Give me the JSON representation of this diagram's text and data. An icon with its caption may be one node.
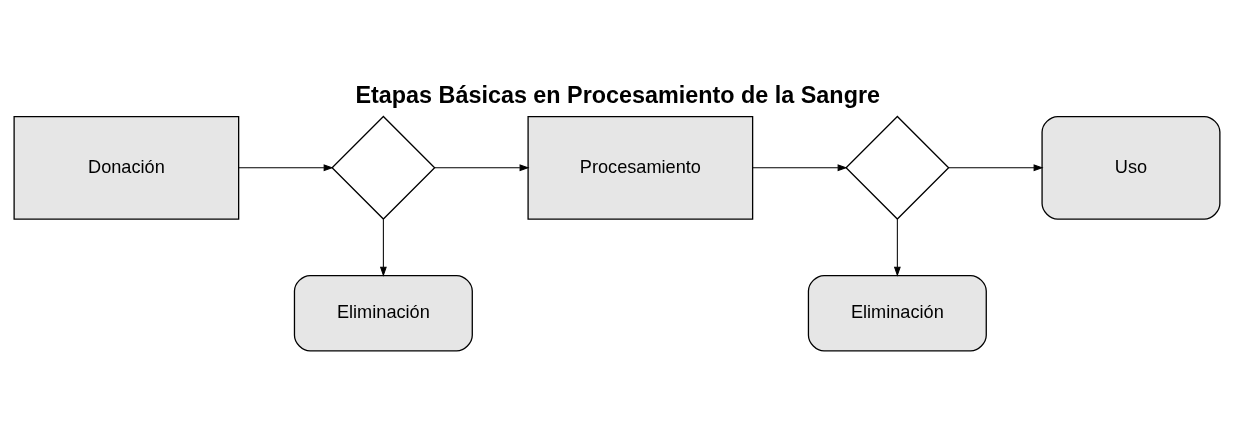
{
  "diagram": {
    "title": "Etapas Básicas en Procesamiento de la Sangre",
    "nodes": [
      {
        "text": [
          "Donación"
        ]
      },
      {
        "text": [],
        "shape": "diamond"
      },
      {
        "text": [
          "Procesamiento"
        ]
      },
      {
        "text": [],
        "shape": "diamond"
      },
      {
        "text": [
          "Uso"
        ]
      },
      {
        "text": [
          "Eliminación"
        ]
      },
      {
        "text": [
          "Eliminación"
        ]
      }
    ],
    "edges": [
      {
        "from": 0,
        "to": 1,
        "arrow": "to"
      },
      {
        "from": 1,
        "to": 2,
        "arrow": "to"
      },
      {
        "from": 2,
        "to": 3,
        "arrow": "to"
      },
      {
        "from": 3,
        "to": 4,
        "arrow": "to"
      },
      {
        "from": 1,
        "to": 5,
        "arrow": "to"
      },
      {
        "from": 3,
        "to": 6,
        "arrow": "to"
      }
    ]
  }
}
